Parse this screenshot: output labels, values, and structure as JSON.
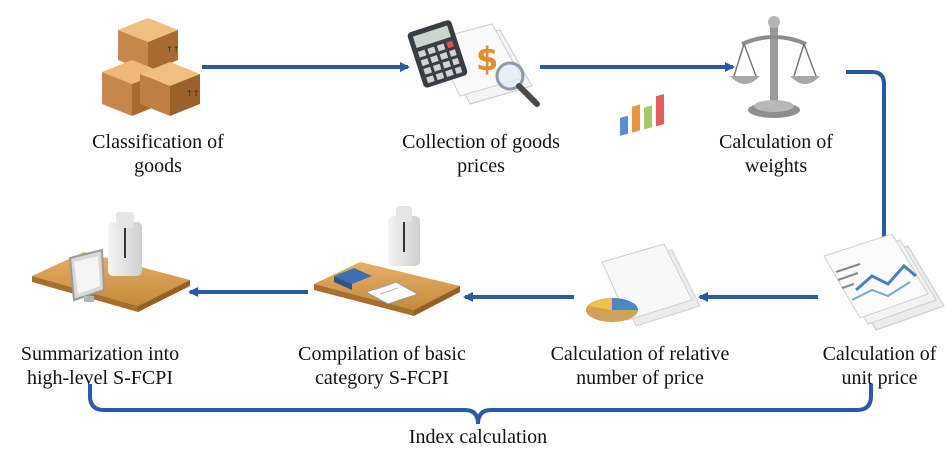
{
  "steps": [
    {
      "icon": "boxes-icon",
      "line1": "Classification of",
      "line2": "goods"
    },
    {
      "icon": "calculator-price-icon",
      "line1": "Collection of goods",
      "line2": "prices"
    },
    {
      "icon": "balance-scale-icon",
      "line1": "Calculation of",
      "line2": "weights"
    },
    {
      "icon": "line-chart-documents-icon",
      "line1": "Calculation of",
      "line2": "unit price"
    },
    {
      "icon": "pie-chart-documents-icon",
      "line1": "Calculation of relative",
      "line2": "number of price"
    },
    {
      "icon": "person-at-desk-with-books-icon",
      "line1": "Compilation of basic",
      "line2": "category S-FCPI"
    },
    {
      "icon": "person-at-computer-desk-icon",
      "line1": "Summarization into",
      "line2": "high-level S-FCPI"
    }
  ],
  "bracket_caption": "Index calculation",
  "colors": {
    "arrow": "#2a5aa6",
    "text": "#111111",
    "box": "#c8874a",
    "desk": "#d39a4a"
  }
}
